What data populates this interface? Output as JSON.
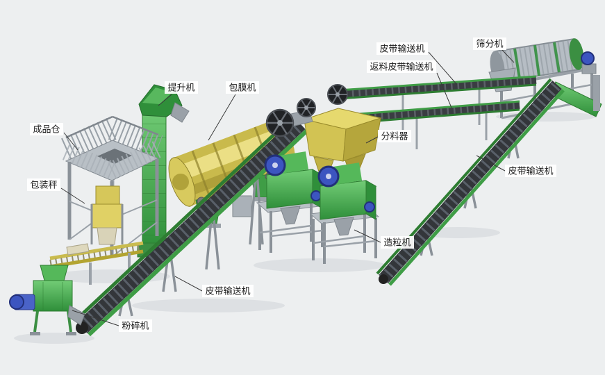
{
  "meta": {
    "type": "equipment-line-diagram",
    "description": "fertilizer production line 3D layout diagram",
    "background_color": "#edeff0",
    "language": "zh-CN"
  },
  "palette": {
    "machine_green": "#3f9d46",
    "machine_green_dark": "#2e7d32",
    "machine_yellow": "#d2c353",
    "steel_gray": "#9aa1a8",
    "belt_dark": "#33363a",
    "motor_blue": "#3c55c0",
    "label_text": "#1a1a1a",
    "label_bg": "#ffffff"
  },
  "labels": [
    {
      "id": "hoist",
      "text": "提升机"
    },
    {
      "id": "coating-machine",
      "text": "包膜机"
    },
    {
      "id": "finished-product-bin",
      "text": "成品仓"
    },
    {
      "id": "packing-scale",
      "text": "包装秤"
    },
    {
      "id": "crusher",
      "text": "粉碎机"
    },
    {
      "id": "belt-conveyor-main",
      "text": "皮带输送机"
    },
    {
      "id": "granulator",
      "text": "造粒机"
    },
    {
      "id": "distributor",
      "text": "分料器"
    },
    {
      "id": "belt-conveyor-right",
      "text": "皮带输送机"
    },
    {
      "id": "return-belt-conveyor",
      "text": "返料皮带输送机"
    },
    {
      "id": "belt-conveyor-top",
      "text": "皮带输送机"
    },
    {
      "id": "screening-machine",
      "text": "筛分机"
    }
  ]
}
